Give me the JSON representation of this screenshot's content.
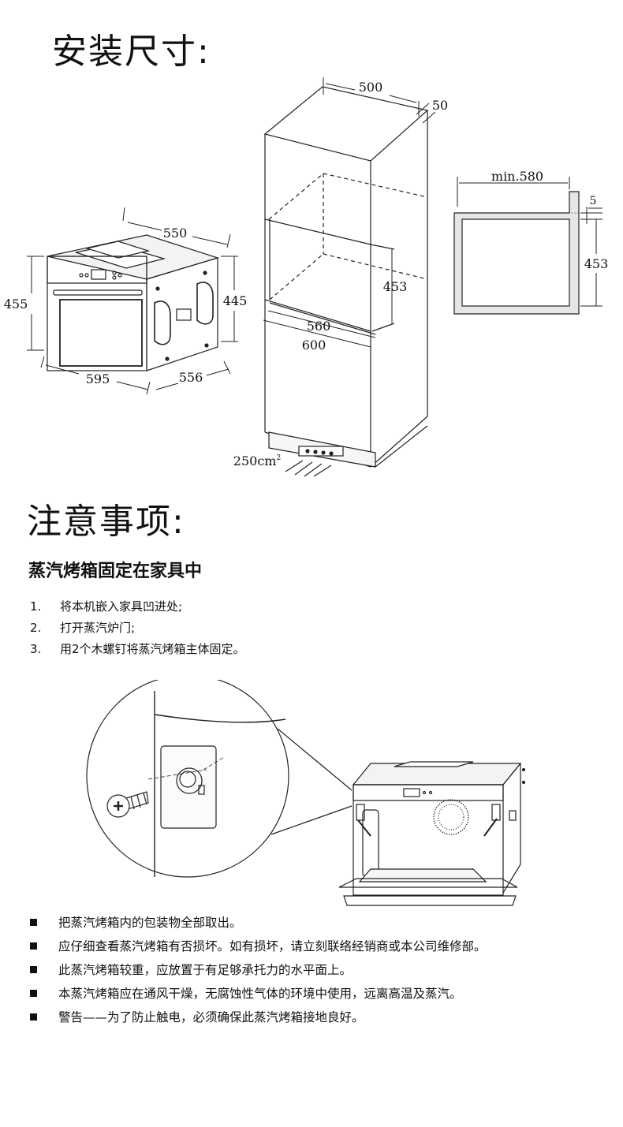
{
  "install": {
    "title": "安装尺寸:",
    "dims": {
      "oven_depth": "550",
      "oven_height": "455",
      "oven_body_height": "445",
      "oven_width": "595",
      "oven_body_width": "556",
      "cabinet_depth": "500",
      "cabinet_gap": "50",
      "niche_height": "453",
      "niche_width": "560",
      "cabinet_width": "600",
      "vent_area": "250cm",
      "vent_sup": "2",
      "section_width": "min.580",
      "section_offset": "5",
      "section_height": "453"
    }
  },
  "notice": {
    "title": "注意事项:",
    "subtitle": "蒸汽烤箱固定在家具中",
    "steps": [
      {
        "num": "1.",
        "text": "将本机嵌入家具凹进处;"
      },
      {
        "num": "2.",
        "text": "打开蒸汽炉门;"
      },
      {
        "num": "3.",
        "text": "用2个木螺钉将蒸汽烤箱主体固定。"
      }
    ],
    "notes": [
      "把蒸汽烤箱内的包装物全部取出。",
      "应仔细查看蒸汽烤箱有否损坏。如有损坏，请立刻联络经销商或本公司维修部。",
      "此蒸汽烤箱较重，应放置于有足够承托力的水平面上。",
      "本蒸汽烤箱应在通风干燥，无腐蚀性气体的环境中使用，远离高温及蒸汽。",
      "警告——为了防止触电，必须确保此蒸汽烤箱接地良好。"
    ]
  }
}
